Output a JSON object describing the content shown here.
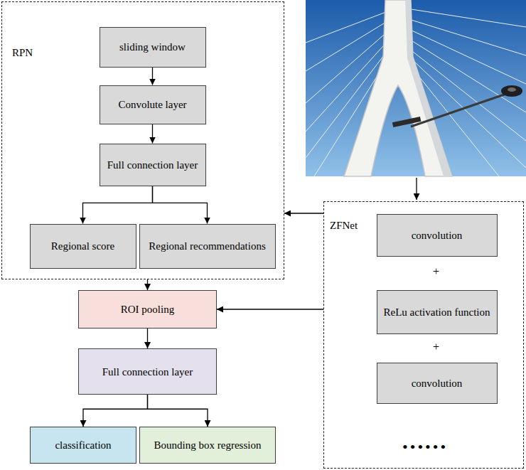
{
  "diagram": {
    "nodes": [
      {
        "text": [
          "RPN"
        ]
      },
      {
        "text": [
          "sliding window"
        ],
        "in": 0
      },
      {
        "text": [
          "Convolute layer"
        ],
        "in": 0
      },
      {
        "text": [
          "Full connection layer"
        ],
        "in": 0
      },
      {
        "text": [
          "Regional score"
        ],
        "in": 0
      },
      {
        "text": [
          "Regional recommendations"
        ],
        "in": 0
      },
      {
        "text": [
          "ZFNet"
        ]
      },
      {
        "text": [
          "convolution"
        ],
        "in": 6
      },
      {
        "text": [
          "ReLu activation function"
        ],
        "in": 6
      },
      {
        "text": [
          "convolution"
        ],
        "in": 6
      },
      {
        "text": [
          "ROI pooling"
        ]
      },
      {
        "text": [
          "Full connection layer"
        ]
      },
      {
        "text": [
          "classification"
        ]
      },
      {
        "text": [
          "Bounding box regression"
        ]
      }
    ],
    "edges": [
      {
        "from": 1,
        "to": 2,
        "arrow": "to"
      },
      {
        "from": 2,
        "to": 3,
        "arrow": "to"
      },
      {
        "from": 3,
        "to": 4,
        "arrow": "to"
      },
      {
        "from": 3,
        "to": 5,
        "arrow": "to"
      },
      {
        "from": 6,
        "to": 0,
        "arrow": "to"
      },
      {
        "from": 0,
        "to": 10,
        "arrow": "to"
      },
      {
        "from": 6,
        "to": 10,
        "arrow": "to"
      },
      {
        "from": 10,
        "to": 11,
        "arrow": "to"
      },
      {
        "from": 11,
        "to": 12,
        "arrow": "to"
      },
      {
        "from": 11,
        "to": 13,
        "arrow": "to"
      }
    ],
    "labels": [
      "+",
      "+",
      "••••••"
    ]
  }
}
